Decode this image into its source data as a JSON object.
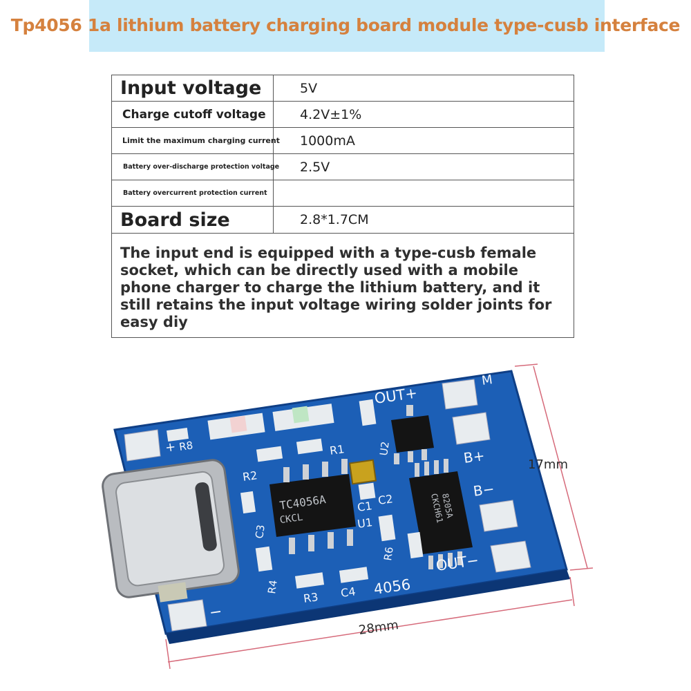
{
  "title": "Tp4056 1a lithium battery charging board module type-cusb interface",
  "specs": [
    {
      "label": "Input voltage",
      "value": "5V"
    },
    {
      "label": "Charge cutoff voltage",
      "value": "4.2V±1%"
    },
    {
      "label": "Limit the maximum charging current",
      "value": "1000mA"
    },
    {
      "label": "Battery over-discharge protection voltage",
      "value": "2.5V"
    },
    {
      "label": "Battery overcurrent protection current",
      "value": ""
    },
    {
      "label": "Board size",
      "value": "2.8*1.7CM"
    }
  ],
  "description": "The input end is equipped with a type-cusb female socket, which can be directly used with a mobile phone charger to charge the lithium battery, and it still retains the input voltage wiring solder joints for easy diy",
  "board": {
    "silkscreen": {
      "out_plus": "OUT+",
      "out_minus": "OUT−",
      "b_plus": "B+",
      "b_minus": "B−",
      "minus": "−",
      "plus": "+",
      "m": "M",
      "r1": "R1",
      "r2": "R2",
      "r3": "R3",
      "r4": "R4",
      "r6": "R6",
      "r8": "R8",
      "c1": "C1",
      "c2": "C2",
      "c3": "C3",
      "c4": "C4",
      "u1": "U1",
      "u2": "U2",
      "model": "4056",
      "chip1": "TC4056A",
      "chip1_sub": "CKCL",
      "chip2": "8205A",
      "chip2_sub": "CKCH61"
    },
    "dimension_height": "17mm",
    "dimension_width": "28mm"
  }
}
